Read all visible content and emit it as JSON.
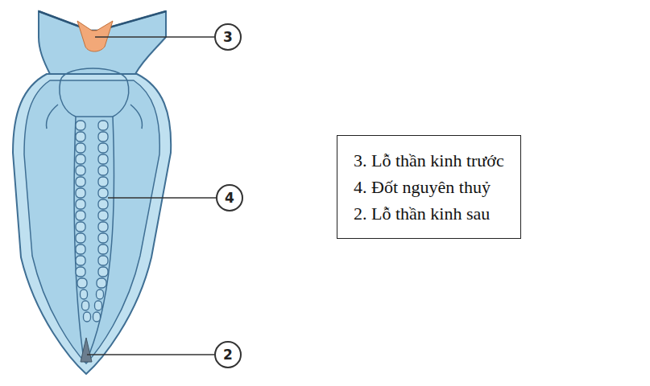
{
  "diagram": {
    "nodes": [
      {
        "text": [
          "3"
        ]
      },
      {
        "text": [
          "3. Lỗ thần kinh trước",
          "4. Đốt nguyên thuỷ",
          "2. Lỗ thần kinh sau"
        ]
      },
      {
        "text": [
          "4"
        ]
      },
      {
        "text": [
          "2"
        ]
      }
    ]
  }
}
